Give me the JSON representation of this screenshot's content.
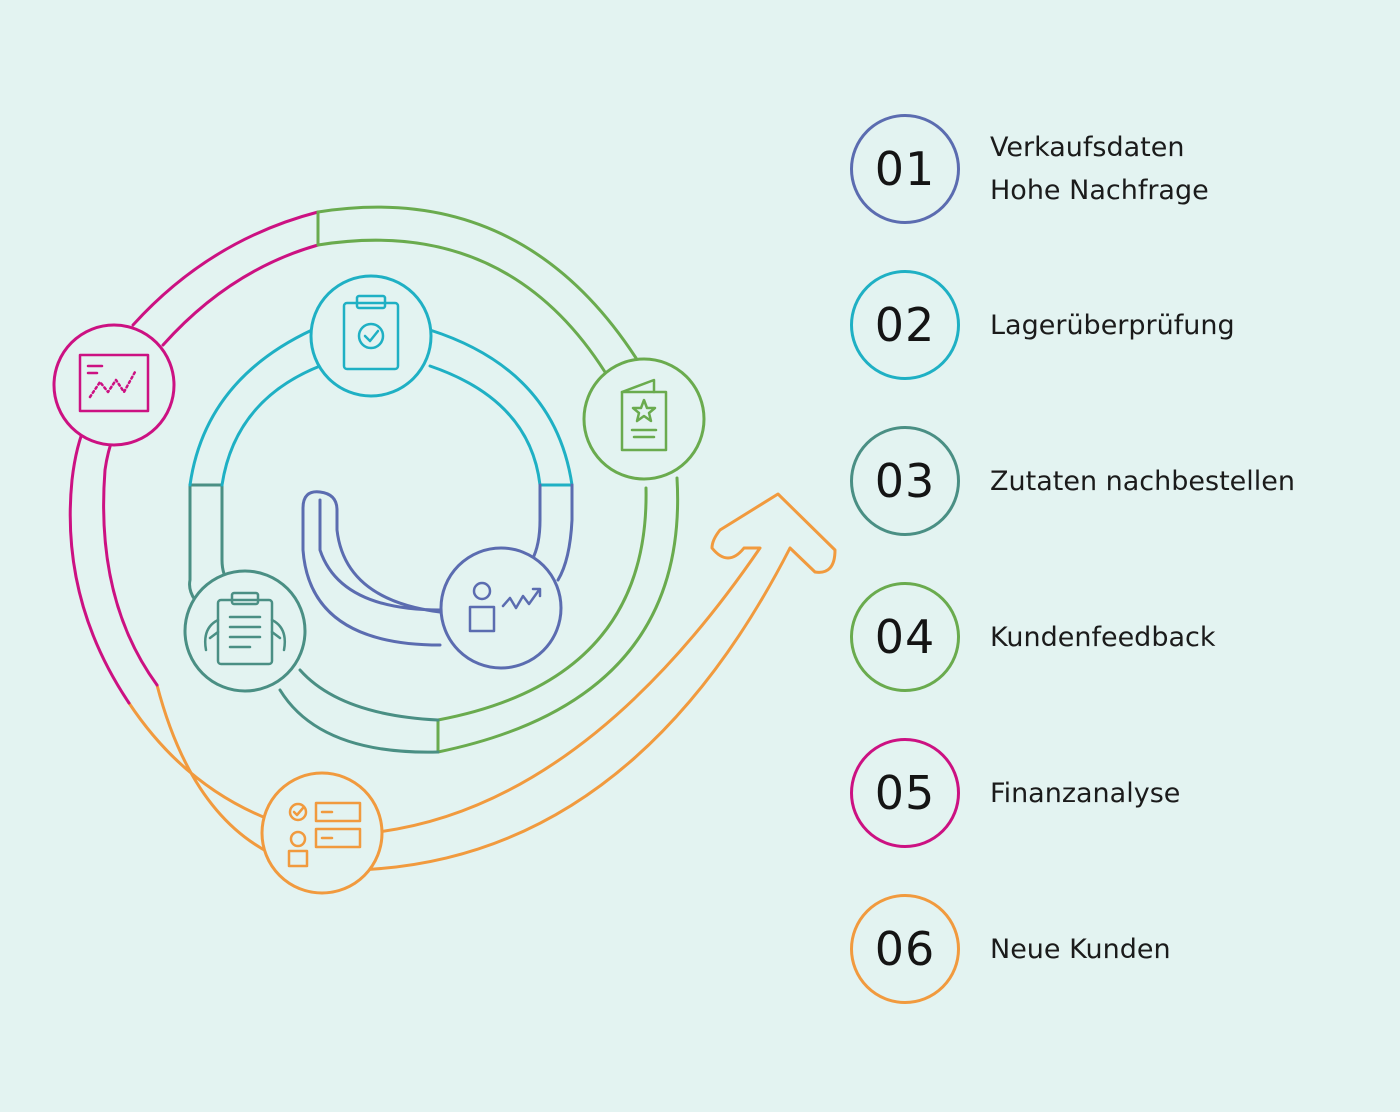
{
  "colors": {
    "step1": "#5b6cb0",
    "step2": "#1fb0c4",
    "step3": "#4a8f84",
    "step4": "#6aab4e",
    "step5": "#cc1182",
    "step6": "#f19a3e"
  },
  "steps": [
    {
      "number": "01",
      "lines": [
        "Verkaufsdaten",
        "Hohe Nachfrage"
      ],
      "icon": "person-trend-icon",
      "color": "#5b6cb0"
    },
    {
      "number": "02",
      "lines": [
        "Lagerüberprüfung"
      ],
      "icon": "clipboard-check-icon",
      "color": "#1fb0c4"
    },
    {
      "number": "03",
      "lines": [
        "Zutaten nachbestellen"
      ],
      "icon": "clipboard-hands-icon",
      "color": "#4a8f84"
    },
    {
      "number": "04",
      "lines": [
        "Kundenfeedback"
      ],
      "icon": "star-card-icon",
      "color": "#6aab4e"
    },
    {
      "number": "05",
      "lines": [
        "Finanzanalyse"
      ],
      "icon": "chart-board-icon",
      "color": "#cc1182"
    },
    {
      "number": "06",
      "lines": [
        "Neue Kunden"
      ],
      "icon": "checklist-form-icon",
      "color": "#f19a3e"
    }
  ]
}
